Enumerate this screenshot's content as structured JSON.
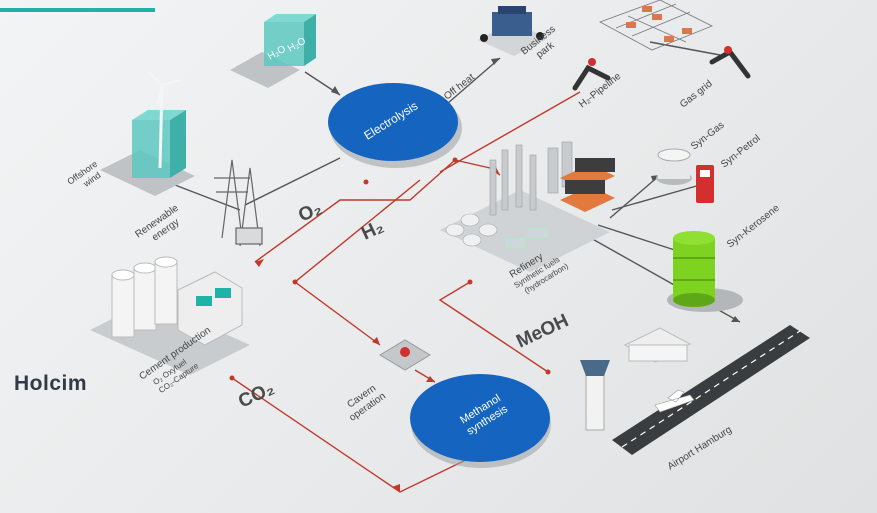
{
  "brand": {
    "name": "Holcim",
    "accent_color": "#1eb3a6"
  },
  "nodes": {
    "electrolysis": "Electrolysis",
    "methanol": [
      "Methanol",
      "synthesis"
    ],
    "h2o": [
      "H₂O",
      "H₂O"
    ],
    "offshore": [
      "Offshore",
      "wind"
    ],
    "renewable": [
      "Renewable",
      "energy"
    ],
    "cement": [
      "Cement production",
      "O₂ Oxyfuel",
      "CO₂-Capture"
    ],
    "cavern": [
      "Cavern",
      "operation"
    ],
    "refinery": [
      "Refinery",
      "Synthetic fuels",
      "(hydrocarbon)"
    ],
    "offheat": "Off heat",
    "business": [
      "Business",
      "park"
    ],
    "pipeline": "H₂-Pipeline",
    "gasgrid": "Gas grid",
    "syngas": "Syn-Gas",
    "synpetrol": "Syn-Petrol",
    "synkerosene": "Syn-Kerosene",
    "airport": "Airport Hamburg"
  },
  "flows": {
    "o2": "O₂",
    "h2": "H₂",
    "co2": "CO₂",
    "meoh": "MeOH"
  },
  "colors": {
    "line_red": "#c0392b",
    "line_gray": "#555555",
    "circle_blue": "#1565c0"
  }
}
